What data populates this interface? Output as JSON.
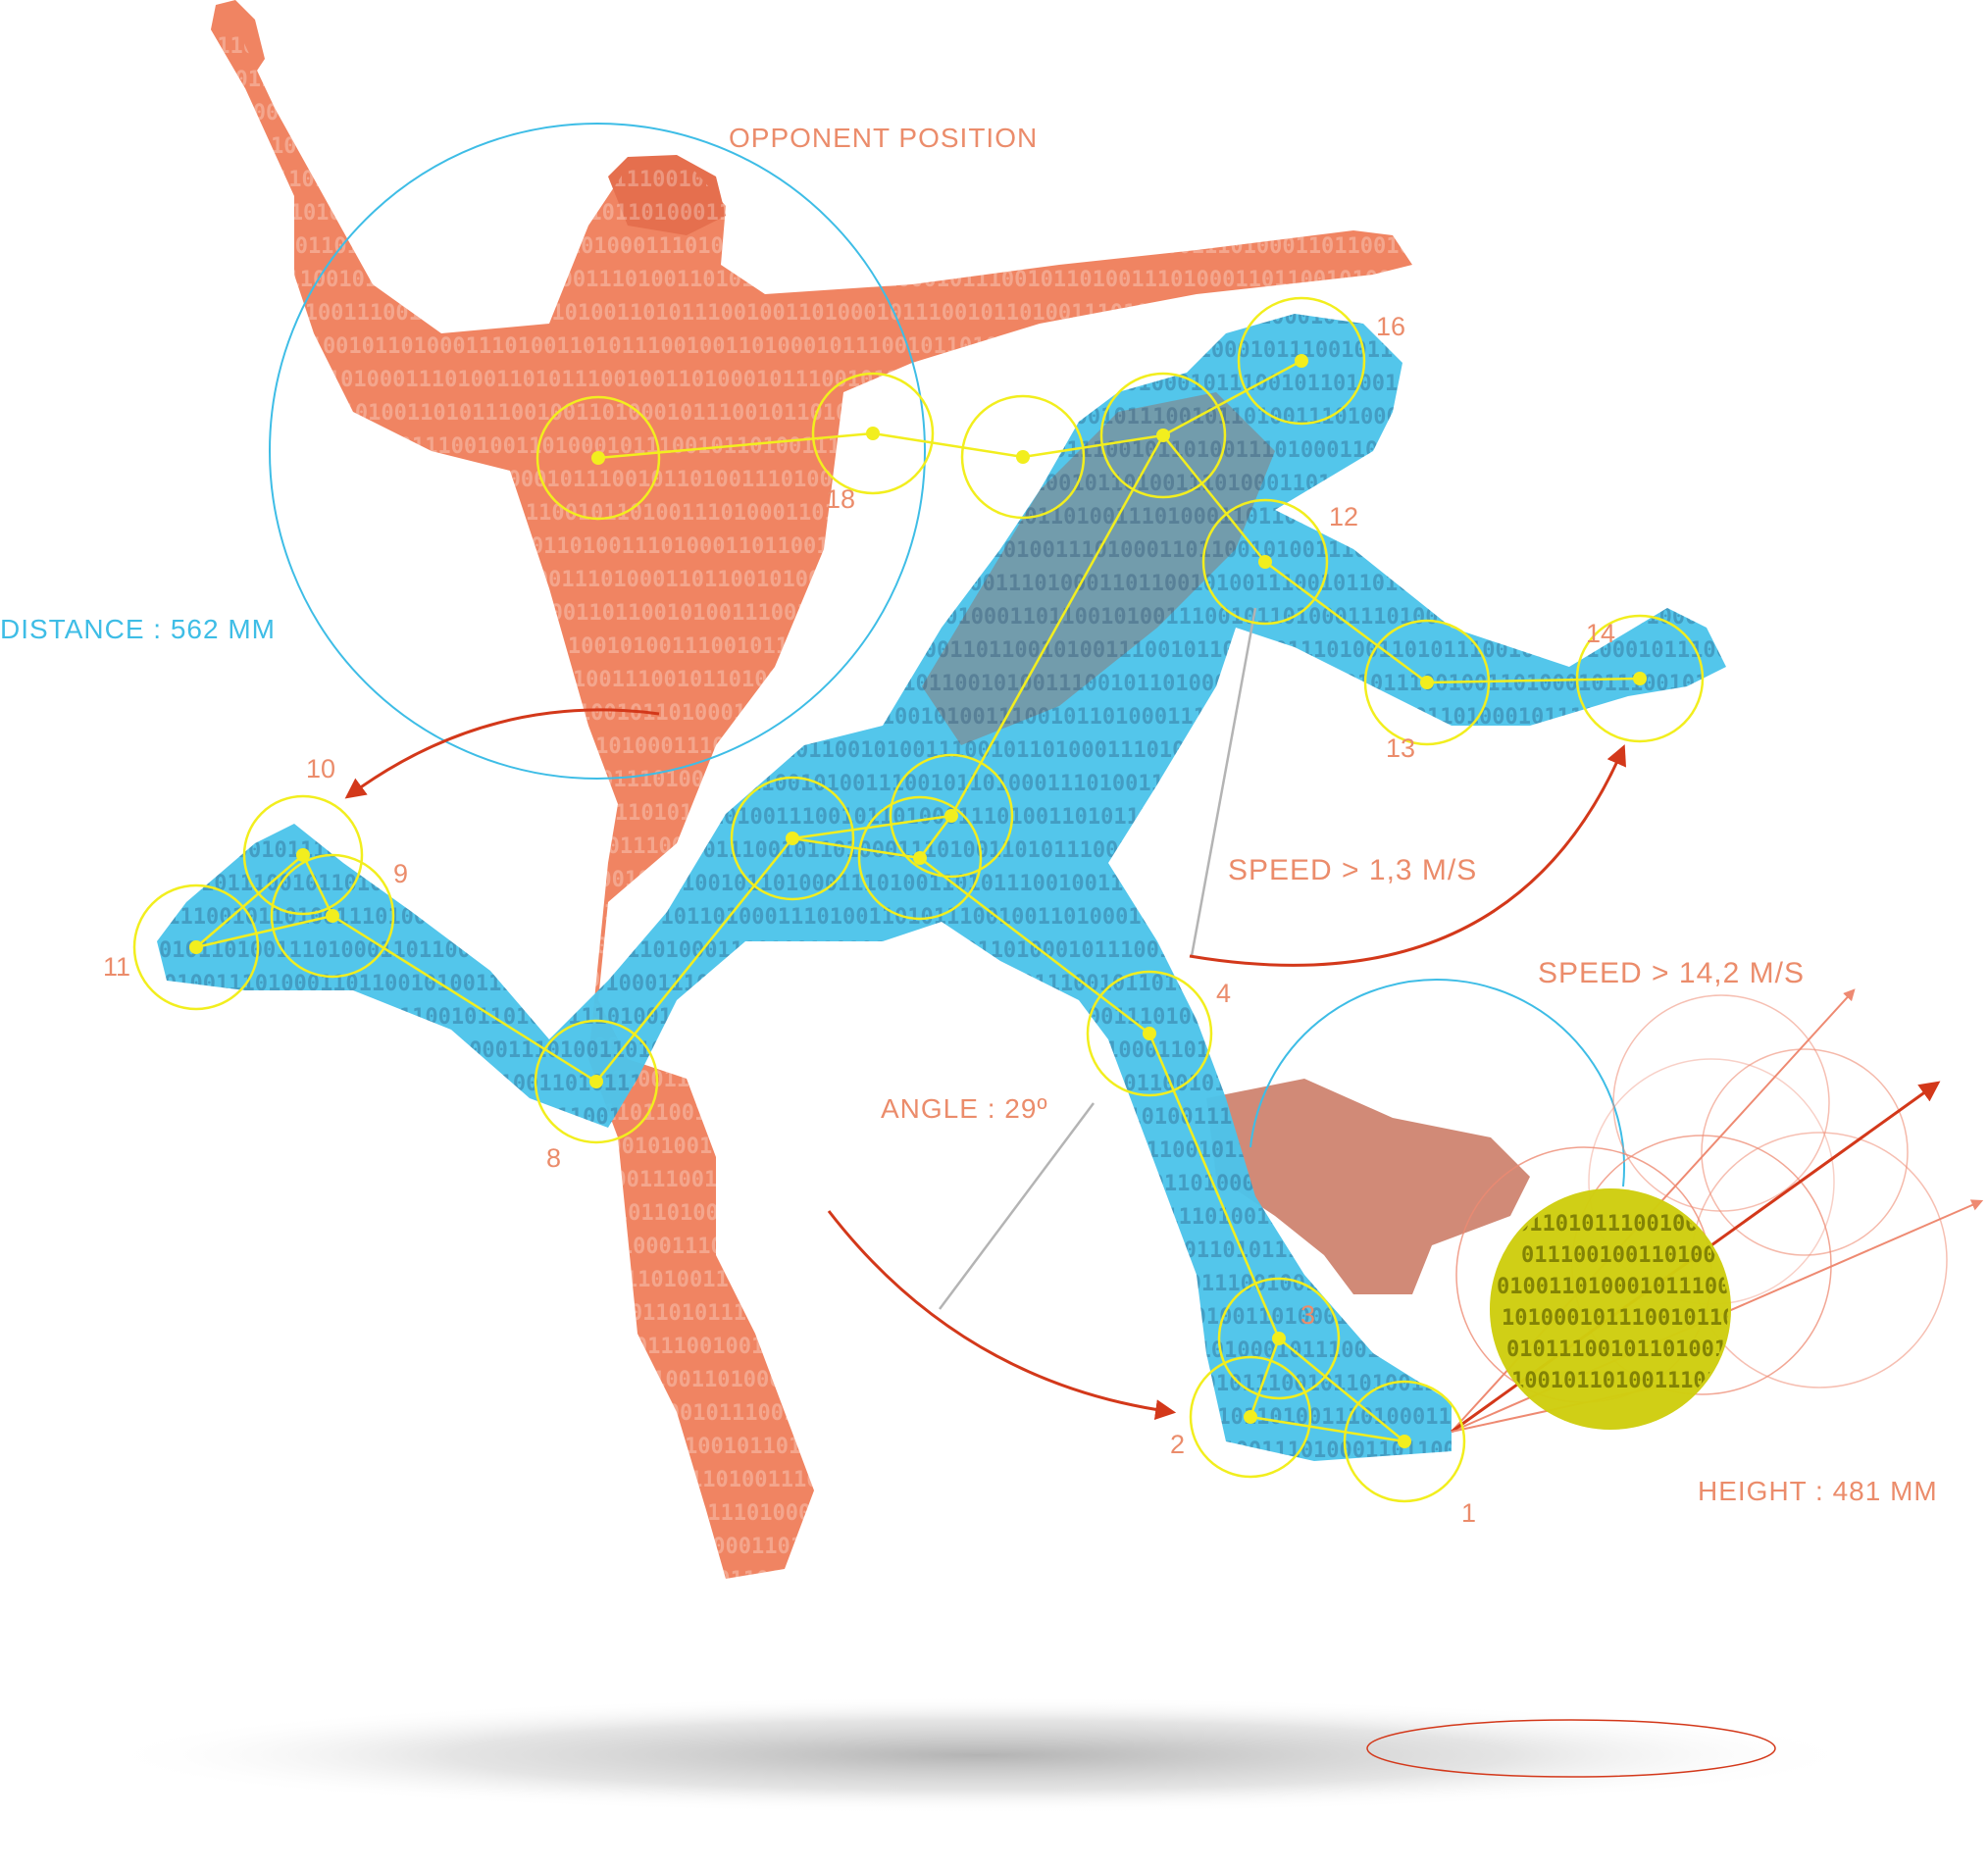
{
  "labels": {
    "opponent_position": "OPPONENT POSITION",
    "distance": "DISTANCE : 562 MM",
    "speed_body": "SPEED > 1,3 M/S",
    "speed_ball": "SPEED > 14,2 M/S",
    "angle": "ANGLE : 29º",
    "height": "HEIGHT : 481 MM"
  },
  "joints": [
    {
      "id": "1",
      "label": "1"
    },
    {
      "id": "2",
      "label": "2"
    },
    {
      "id": "3",
      "label": "3"
    },
    {
      "id": "4",
      "label": "4"
    },
    {
      "id": "8",
      "label": "8"
    },
    {
      "id": "9",
      "label": "9"
    },
    {
      "id": "10",
      "label": "10"
    },
    {
      "id": "11",
      "label": "11"
    },
    {
      "id": "12",
      "label": "12"
    },
    {
      "id": "13",
      "label": "13"
    },
    {
      "id": "14",
      "label": "14"
    },
    {
      "id": "16",
      "label": "16"
    },
    {
      "id": "18",
      "label": "18"
    }
  ],
  "binary_text": "0100110101110010011010001011100101101001110100011011001010011100101101000111",
  "colors": {
    "opponent": "#F08462",
    "player": "#4CC4EA",
    "skeleton": "#F2EE1E",
    "label_orange": "#EB8C6B",
    "label_blue": "#3EBDE6",
    "arrow_red": "#D3381A",
    "guide_gray": "#B4B4B4",
    "ball": "#E9E80E"
  }
}
